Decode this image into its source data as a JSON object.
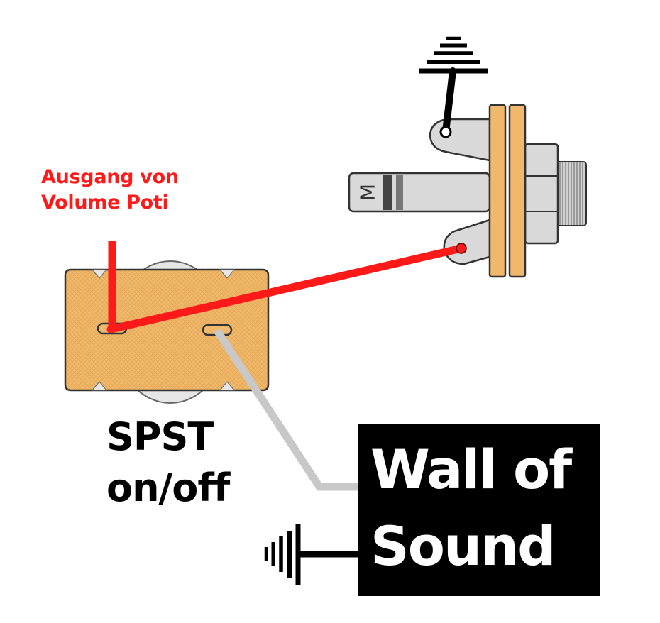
{
  "labels": {
    "input_line1": "Ausgang von",
    "input_line2": "Volume Poti",
    "switch_line1": "SPST",
    "switch_line2": "on/off",
    "box_line1": "Wall of",
    "box_line2": "Sound",
    "jack_marking": "M"
  },
  "colors": {
    "signal_wire": "#ff1a1a",
    "ground_wire": "#000000",
    "switch_wire": "#c8c8c8",
    "switch_body": "#f0b86a",
    "jack_metal": "#d9d9d9",
    "box_fill": "#000000"
  },
  "icons": [
    "ground-symbol-icon",
    "ground-symbol-icon"
  ]
}
